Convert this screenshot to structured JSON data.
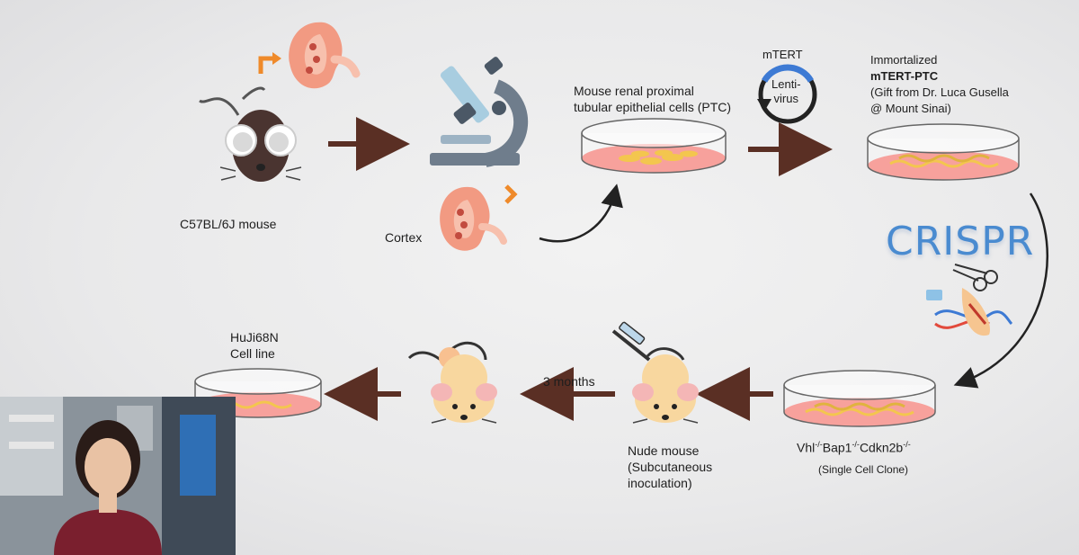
{
  "labels": {
    "mouse_strain": "C57BL/6J mouse",
    "cortex": "Cortex",
    "ptc_line1": "Mouse renal proximal",
    "ptc_line2": "tubular epithelial cells (PTC)",
    "vector_gene": "mTERT",
    "vector_line1": "Lenti-",
    "vector_line2": "virus",
    "immortalized_line1": "Immortalized",
    "immortalized_line2": "mTERT-PTC",
    "immortalized_line3": "(Gift from Dr. Luca Gusella",
    "immortalized_line4": "@ Mount Sinai)",
    "crispr": "CRISPR",
    "genotype_vhl": "Vhl",
    "genotype_bap1": "Bap1",
    "genotype_cdkn2b": "Cdkn2b",
    "genotype_sup": "-/-",
    "single_clone": "(Single Cell Clone)",
    "nude_line1": "Nude mouse",
    "nude_line2": "(Subcutaneous",
    "nude_line3": "inoculation)",
    "duration": "3 months",
    "cellline_line1": "HuJi68N",
    "cellline_line2": "Cell line"
  },
  "icons": [
    "mouse-icon",
    "kidney-icon",
    "microscope-icon",
    "petri-dish-icon",
    "lentivirus-icon",
    "scissors-dna-icon",
    "syringe-icon",
    "nude-mouse-icon"
  ],
  "colors": {
    "arrow": "#5a2f24",
    "kidney": "#f29a82",
    "kidney_inner": "#c24b3f",
    "orange_arrow": "#ef8a2a",
    "dish_medium": "#f36f68",
    "cells": "#f3c64e",
    "crispr_blue": "#4a8bd0",
    "nude_mouse": "#f8d79f",
    "black_mouse": "#4a3430"
  }
}
